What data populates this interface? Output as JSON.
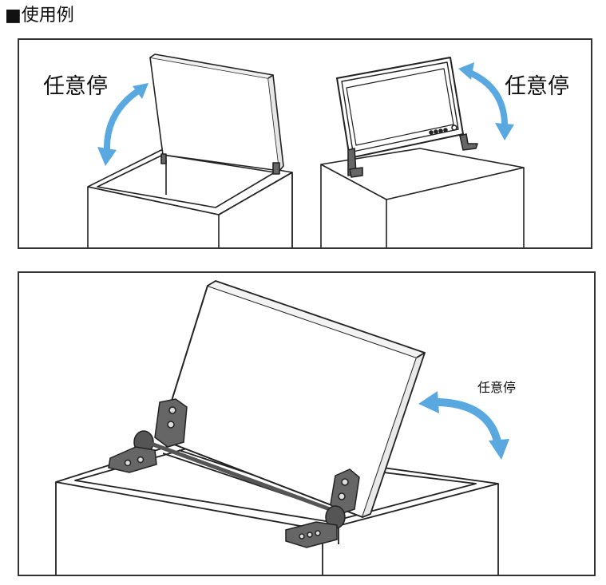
{
  "header": {
    "title": "■使用例"
  },
  "panels": {
    "top_left": {
      "label": "任意停"
    },
    "top_right": {
      "label": "任意停"
    },
    "bottom": {
      "label": "任意停"
    }
  },
  "colors": {
    "arrow": "#5aa8e0",
    "line": "#222222",
    "hinge": "#555555"
  }
}
